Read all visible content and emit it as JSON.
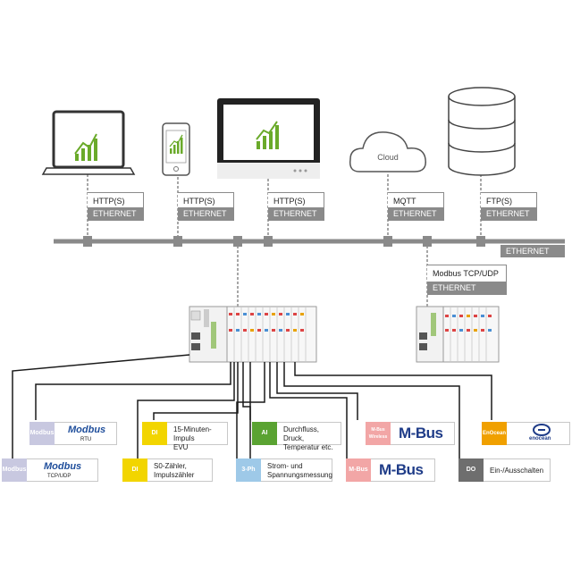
{
  "colors": {
    "bus": "#8a8a8a",
    "wire": "#1a1a1a",
    "chart_green": "#6aaa2a",
    "modbus_gray": "#c8c8e0",
    "yellow": "#f2d500",
    "green": "#5aa332",
    "light_blue": "#9ec9e8",
    "pink": "#f2a6a6",
    "orange": "#f0a000",
    "dark_gray": "#6e6e6e"
  },
  "devices": [
    {
      "name": "laptop",
      "icon": "laptop-icon"
    },
    {
      "name": "smartphone",
      "icon": "phone-icon"
    },
    {
      "name": "touch-panel",
      "icon": "panel-icon"
    },
    {
      "name": "cloud",
      "icon": "cloud-icon",
      "label": "Cloud"
    },
    {
      "name": "database",
      "icon": "database-icon"
    }
  ],
  "connections": [
    {
      "protocol": "HTTP(S)",
      "network": "ETHERNET"
    },
    {
      "protocol": "HTTP(S)",
      "network": "ETHERNET"
    },
    {
      "protocol": "HTTP(S)",
      "network": "ETHERNET"
    },
    {
      "protocol": "MQTT",
      "network": "ETHERNET"
    },
    {
      "protocol": "FTP(S)",
      "network": "ETHERNET"
    }
  ],
  "bus_label": "ETHERNET",
  "modbus_link": {
    "protocol": "Modbus TCP/UDP",
    "network": "ETHERNET"
  },
  "modules": [
    {
      "tag": "Modbus",
      "brand": "Modbus",
      "sub": "RTU"
    },
    {
      "tag": "Modbus",
      "brand": "Modbus",
      "sub": "TCP/UDP"
    },
    {
      "tag": "DI",
      "text": [
        "15-Minuten-Impuls",
        "EVU"
      ]
    },
    {
      "tag": "DI",
      "text": [
        "S0-Zähler,",
        "Impulszähler"
      ]
    },
    {
      "tag": "AI",
      "text": [
        "Durchfluss, Druck,",
        "Temperatur etc."
      ]
    },
    {
      "tag": "3-Ph",
      "text": [
        "Strom- und",
        "Spannungsmessung"
      ]
    },
    {
      "tag": "M-Bus Wireless",
      "brand": "M-Bus"
    },
    {
      "tag": "M-Bus",
      "brand": "M-Bus"
    },
    {
      "tag": "EnOcean",
      "brand": "enocean"
    },
    {
      "tag": "DO",
      "text": [
        "Ein-/Ausschalten"
      ]
    }
  ]
}
